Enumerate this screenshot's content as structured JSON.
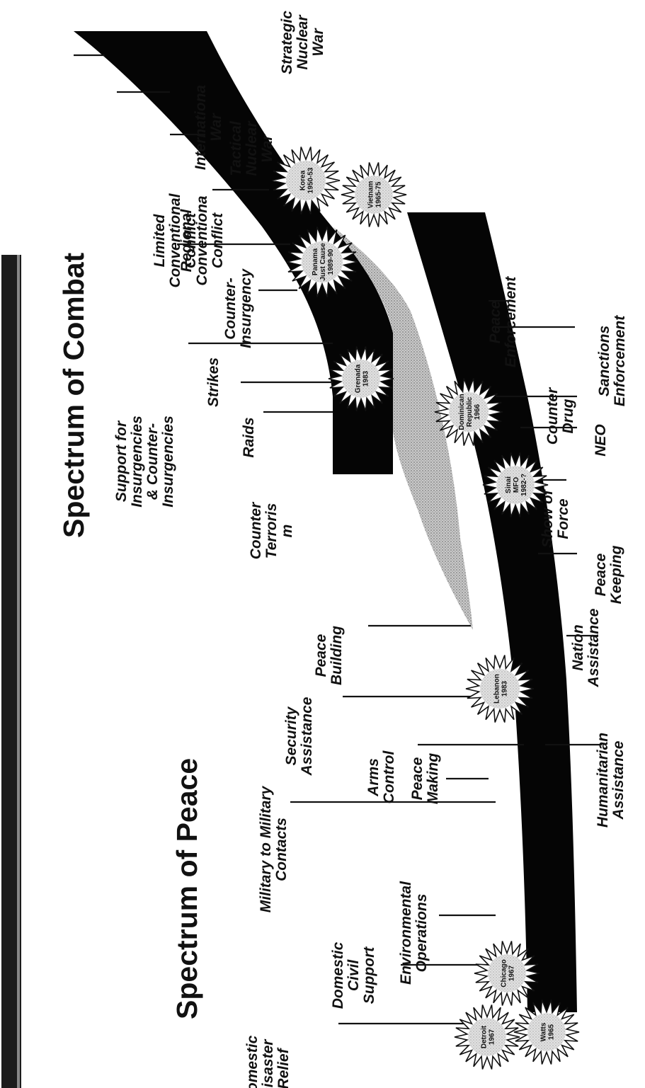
{
  "titles": {
    "combat": "Spectrum of Combat",
    "peace": "Spectrum of Peace"
  },
  "colors": {
    "band": "#050505",
    "shade": "#9a9a9a",
    "ink": "#111111",
    "paper": "#ffffff"
  },
  "combat_labels": [
    {
      "id": "strategic-nuclear-war",
      "lines": [
        "Strategic",
        "Nuclear",
        "War"
      ]
    },
    {
      "id": "tactical-nuclear-war",
      "lines": [
        "Tactical",
        "Nuclear",
        "War"
      ]
    },
    {
      "id": "international-war",
      "lines": [
        "Internationa",
        "War"
      ]
    },
    {
      "id": "regional-conventional-conflict",
      "lines": [
        "Regional",
        "Conventiona",
        "Conflict"
      ]
    },
    {
      "id": "limited-conventional-conflict",
      "lines": [
        "Limited",
        "Conventional",
        "Conflict"
      ]
    },
    {
      "id": "counter-insurgency",
      "lines": [
        "Counter-",
        "Insurgency"
      ]
    },
    {
      "id": "support-for-insurgencies",
      "lines": [
        "Support for",
        "Insurgencies",
        "& Counter-",
        "Insurgencies"
      ]
    },
    {
      "id": "strikes",
      "lines": [
        "Strikes"
      ]
    },
    {
      "id": "raids",
      "lines": [
        "Raids"
      ]
    },
    {
      "id": "counter-terrorism",
      "lines": [
        "Counter",
        "Terroris",
        "m"
      ]
    }
  ],
  "mid_labels": [
    {
      "id": "peace-enforcement",
      "lines": [
        "Peace",
        "Enforcement"
      ]
    },
    {
      "id": "sanctions-enforcement",
      "lines": [
        "Sanctions",
        "Enforcement"
      ]
    },
    {
      "id": "counter-drug",
      "lines": [
        "Counter",
        "Drug"
      ]
    },
    {
      "id": "neo",
      "lines": [
        "NEO"
      ]
    },
    {
      "id": "show-of-force",
      "lines": [
        "Show of",
        "Force"
      ]
    },
    {
      "id": "peace-keeping",
      "lines": [
        "Peace",
        "Keeping"
      ]
    },
    {
      "id": "nation-assistance",
      "lines": [
        "Nation",
        "Assistance"
      ]
    },
    {
      "id": "humanitarian-assistance",
      "lines": [
        "Humanitarian",
        "Assistance"
      ]
    }
  ],
  "peace_labels": [
    {
      "id": "peace-building",
      "lines": [
        "Peace",
        "Building"
      ]
    },
    {
      "id": "security-assistance",
      "lines": [
        "Security",
        "Assistance"
      ]
    },
    {
      "id": "arms-control",
      "lines": [
        "Arms",
        "Control"
      ]
    },
    {
      "id": "peace-making",
      "lines": [
        "Peace",
        "Making"
      ]
    },
    {
      "id": "military-to-military-contacts",
      "lines": [
        "Military to Military",
        "Contacts"
      ]
    },
    {
      "id": "environmental-operations",
      "lines": [
        "Environmental",
        "Operations"
      ]
    },
    {
      "id": "domestic-civil-support",
      "lines": [
        "Domestic",
        "Civil",
        "Support"
      ]
    },
    {
      "id": "domestic-disaster-relief",
      "lines": [
        "Domestic",
        "Disaster",
        "Relief"
      ]
    }
  ],
  "bursts": [
    {
      "id": "korea",
      "lines": [
        "Korea",
        "1950-53"
      ]
    },
    {
      "id": "vietnam",
      "lines": [
        "Vietnam",
        "1965-75"
      ]
    },
    {
      "id": "panama",
      "lines": [
        "Panama",
        "Just Cause",
        "1989-90"
      ]
    },
    {
      "id": "grenada",
      "lines": [
        "Grenada",
        "1983"
      ]
    },
    {
      "id": "dominican-republic",
      "lines": [
        "Dominican",
        "Republic",
        "1966"
      ]
    },
    {
      "id": "sinai",
      "lines": [
        "Sinai",
        "MFO",
        "1982-?"
      ]
    },
    {
      "id": "lebanon",
      "lines": [
        "Lebanon",
        "1983"
      ]
    },
    {
      "id": "chicago",
      "lines": [
        "Chicago",
        "1967"
      ]
    },
    {
      "id": "detroit",
      "lines": [
        "Detroit",
        "1967"
      ]
    },
    {
      "id": "watts",
      "lines": [
        "Watts",
        "1965"
      ]
    }
  ]
}
